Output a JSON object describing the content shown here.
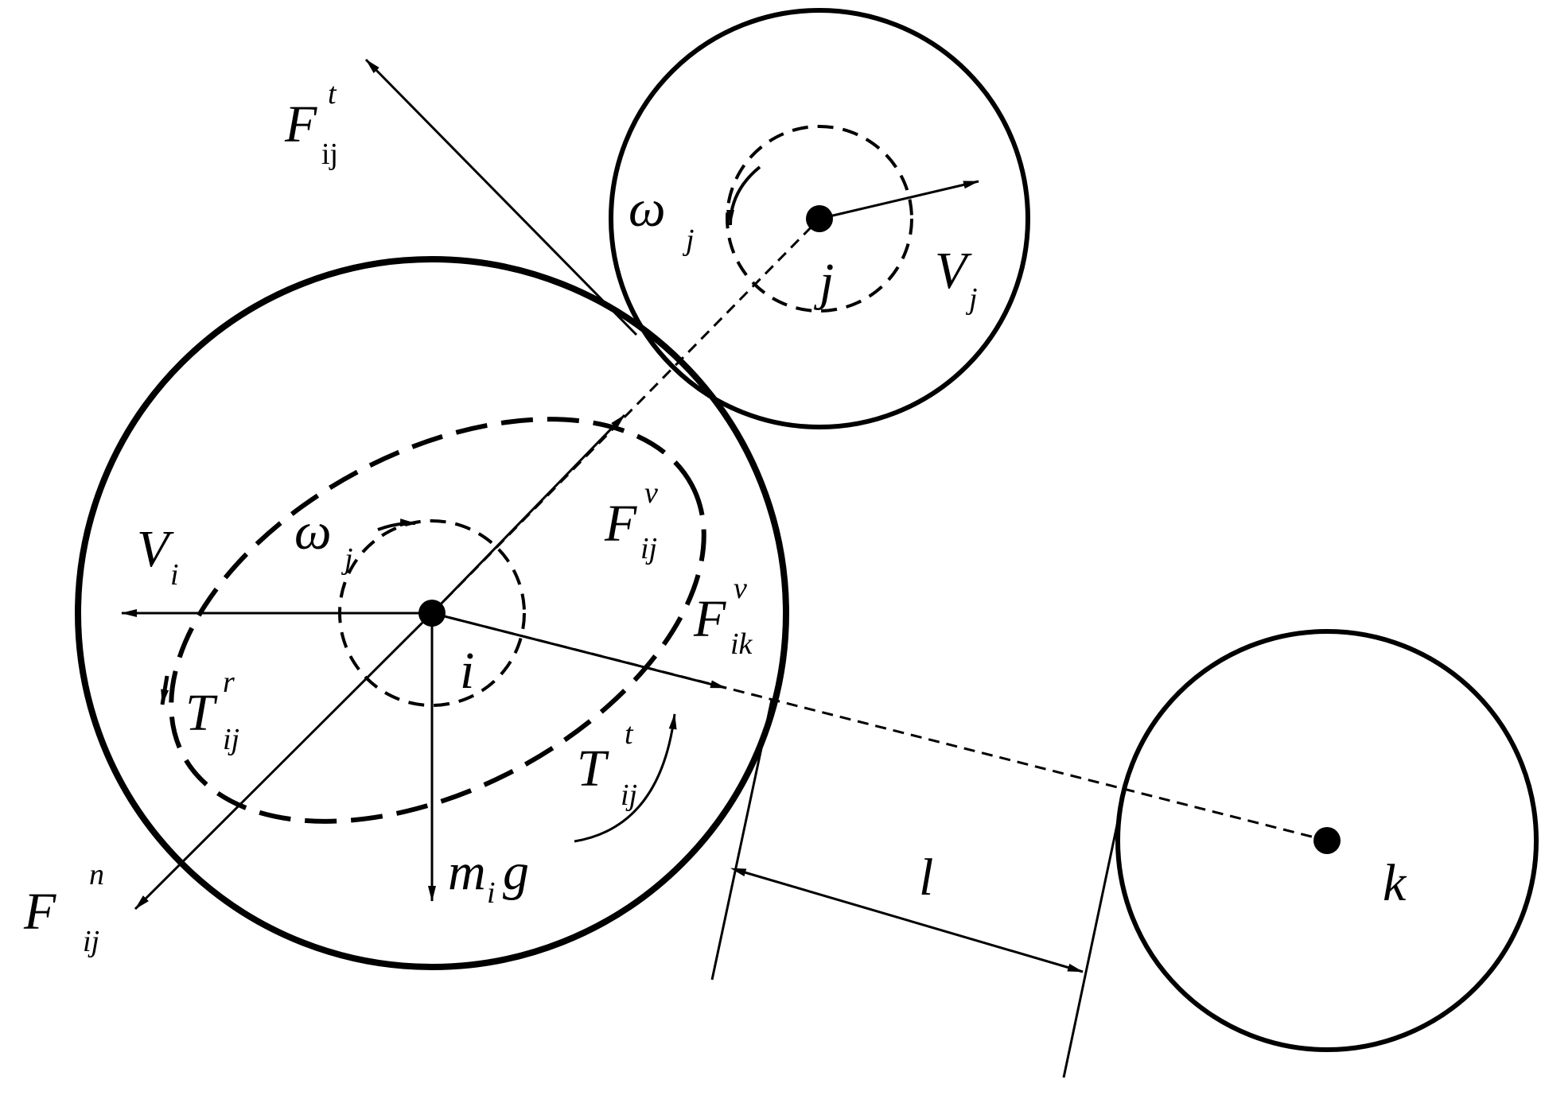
{
  "particles": {
    "i": {
      "center_label": "i",
      "velocity": "V",
      "velocity_sub": "i",
      "spin": "ω",
      "spin_sub": "j"
    },
    "j": {
      "center_label": "j",
      "velocity": "V",
      "velocity_sub": "j",
      "spin": "ω",
      "spin_sub": "j"
    },
    "k": {
      "center_label": "k"
    }
  },
  "forces": {
    "tangential": {
      "base": "F",
      "sub": "ij",
      "sup": "t"
    },
    "normal": {
      "base": "F",
      "sub": "ij",
      "sup": "n"
    },
    "viscous_ij": {
      "base": "F",
      "sub": "ij",
      "sup": "v"
    },
    "viscous_ik": {
      "base": "F",
      "sub": "ik",
      "sup": "v"
    },
    "gravity": {
      "m": "m",
      "m_sub": "i",
      "g": "g"
    }
  },
  "torques": {
    "rolling": {
      "base": "T",
      "sub": "ij",
      "sup": "r"
    },
    "tangential": {
      "base": "T",
      "sub": "ij",
      "sup": "t"
    }
  },
  "gap": {
    "label": "l"
  }
}
